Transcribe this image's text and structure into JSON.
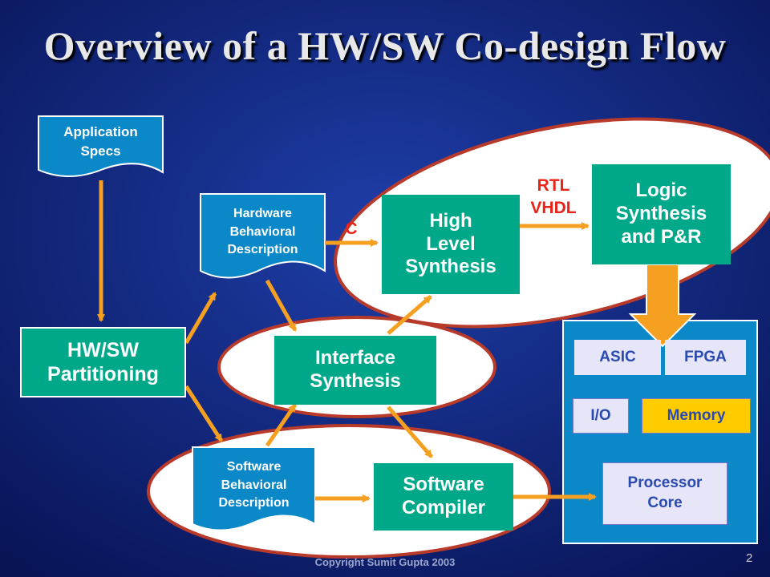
{
  "title": "Overview of a HW/SW Co-design Flow",
  "nodes": {
    "application_specs": "Application\nSpecs",
    "hw_behavioral": "Hardware\nBehavioral\nDescription",
    "sw_behavioral": "Software\nBehavioral\nDescription",
    "hwsw_partitioning": "HW/SW\nPartitioning",
    "high_level_synthesis": "High\nLevel\nSynthesis",
    "logic_synthesis": "Logic\nSynthesis\nand P&R",
    "interface_synthesis": "Interface\nSynthesis",
    "software_compiler": "Software\nCompiler"
  },
  "edge_labels": {
    "c": "C",
    "rtl_vhdl": "RTL\nVHDL"
  },
  "target": {
    "asic": "ASIC",
    "fpga": "FPGA",
    "io": "I/O",
    "memory": "Memory",
    "processor_core": "Processor\nCore"
  },
  "footer": "Copyright Sumit Gupta 2003",
  "page_number": "2",
  "colors": {
    "background": "#0d1f6e",
    "node_green": "#00a88a",
    "doc_blue": "#0a88c8",
    "ellipse_border": "#b83a2a",
    "arrow_orange": "#f5a020",
    "label_red": "#e8231a",
    "chip_lavender": "#e6e6f8",
    "chip_yellow": "#ffcc00"
  }
}
